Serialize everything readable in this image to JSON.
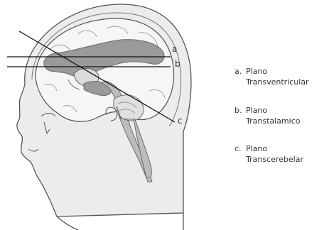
{
  "diagram": {
    "planes": [
      {
        "key": "a",
        "line1": "Plano",
        "line2": "Transventricular"
      },
      {
        "key": "b",
        "line1": "Plano",
        "line2": "Transtalamico"
      },
      {
        "key": "c",
        "line1": "Plano",
        "line2": "Transcerebelar"
      }
    ],
    "legend_keys": [
      "a.",
      "b.",
      "c."
    ]
  }
}
